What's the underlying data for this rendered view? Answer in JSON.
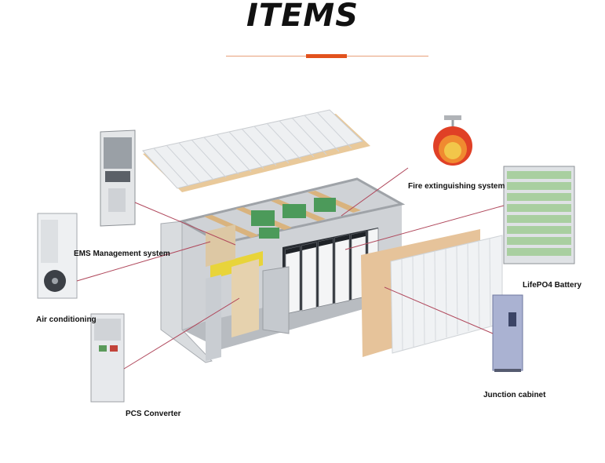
{
  "title": "ITEMS",
  "labels": {
    "ems": "EMS Management system",
    "air": "Air conditioning",
    "pcs": "PCS Converter",
    "fire": "Fire extinguishing system",
    "battery": "LifePO4 Battery",
    "junction": "Junction cabinet"
  },
  "colors": {
    "accent": "#e2521d",
    "leader_line": "#b0485c"
  }
}
